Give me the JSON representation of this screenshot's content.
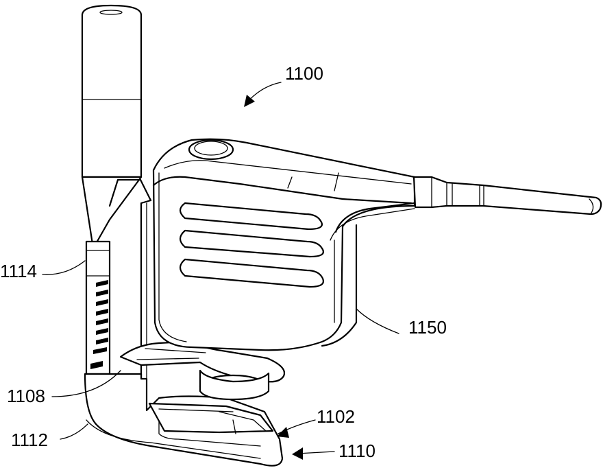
{
  "labels": {
    "assembly": "1100",
    "housing": "1150",
    "handle": "1114",
    "platform": "1108",
    "base": "1112",
    "tray": "1102",
    "tip": "1110"
  }
}
